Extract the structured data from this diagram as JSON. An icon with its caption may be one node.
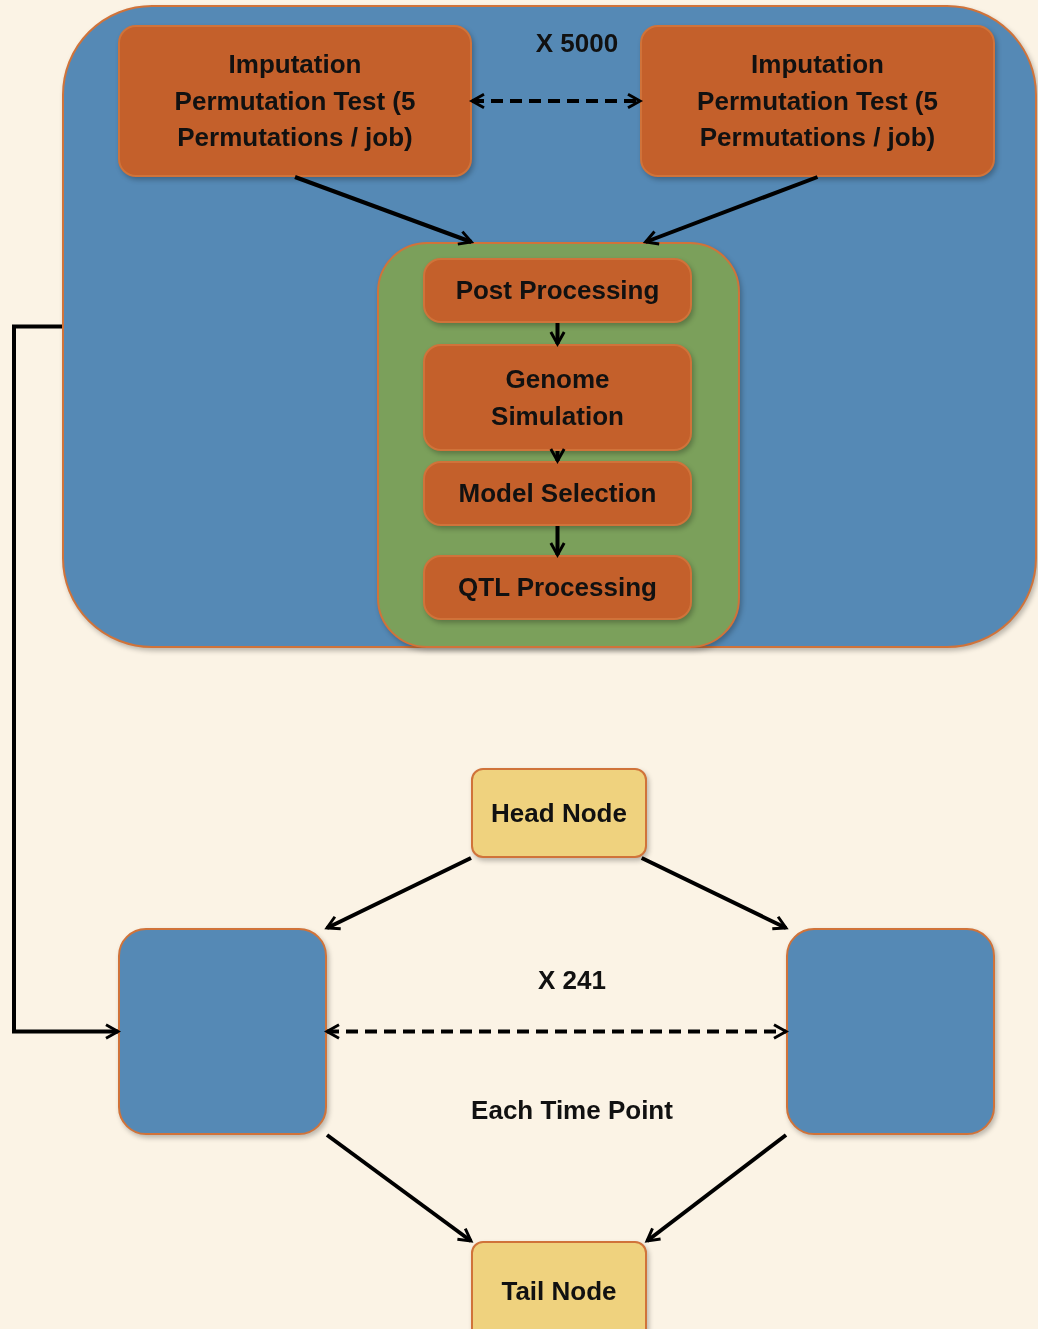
{
  "diagram": {
    "nodes": [
      {
        "text": [
          "X 5000"
        ]
      },
      {
        "text": [
          "Imputation Permutation Test (5 Permutations / job)"
        ],
        "in": 0
      },
      {
        "text": [
          "Imputation Permutation Test (5 Permutations / job)"
        ],
        "in": 0
      },
      {
        "text": [],
        "shape": "box",
        "in": 0
      },
      {
        "text": [
          "Post Processing"
        ],
        "in": 3
      },
      {
        "text": [
          "Genome Simulation"
        ],
        "in": 3
      },
      {
        "text": [
          "Model Selection"
        ],
        "in": 3
      },
      {
        "text": [
          "QTL Processing"
        ],
        "in": 3
      },
      {
        "text": [
          "Head Node"
        ]
      },
      {
        "text": [],
        "shape": "box"
      },
      {
        "text": [],
        "shape": "box"
      },
      {
        "text": [
          "Tail Node"
        ]
      }
    ],
    "edges": [
      {
        "from": 1,
        "to": 2,
        "arrow": "both",
        "style": "dashed"
      },
      {
        "from": 1,
        "to": 3,
        "arrow": "to"
      },
      {
        "from": 2,
        "to": 3,
        "arrow": "to"
      },
      {
        "from": 4,
        "to": 5,
        "arrow": "to"
      },
      {
        "from": 5,
        "to": 6,
        "arrow": "to"
      },
      {
        "from": 6,
        "to": 7,
        "arrow": "to"
      },
      {
        "from": 0,
        "to": 9,
        "arrow": "to"
      },
      {
        "from": 8,
        "to": 9,
        "arrow": "to"
      },
      {
        "from": 8,
        "to": 10,
        "arrow": "to"
      },
      {
        "from": 9,
        "to": 10,
        "arrow": "both",
        "style": "dashed"
      },
      {
        "from": 9,
        "to": 11,
        "arrow": "to"
      },
      {
        "from": 10,
        "to": 11,
        "arrow": "to"
      }
    ],
    "labels": [
      "X 241",
      "Each Time Point"
    ]
  }
}
